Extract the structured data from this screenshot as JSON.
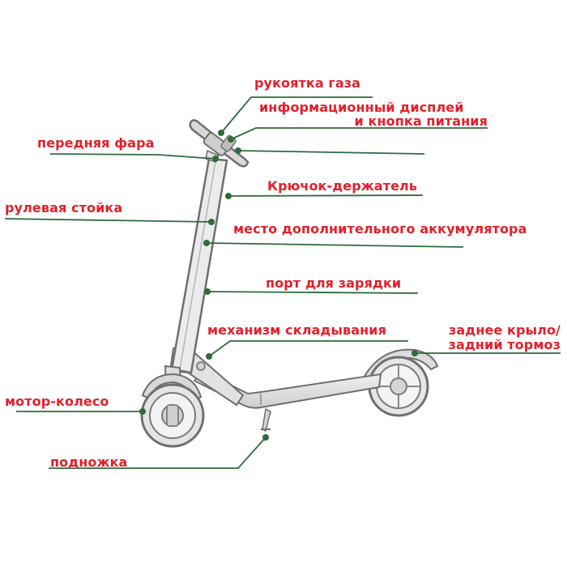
{
  "labels": {
    "throttle": "рукоятка газа",
    "display_line1": "информационный дисплей",
    "display_line2": "и кнопка питания",
    "headlight": "передняя фара",
    "hook": "Крючок-держатель",
    "stem": "рулевая стойка",
    "extra_battery": "место дополнительного аккумулятора",
    "charging_port": "порт для зарядки",
    "folding": "механизм складывания",
    "rear_fender_line1": "заднее крыло/",
    "rear_fender_line2": "задний тормоз",
    "motor_wheel": "мотор-колесо",
    "kickstand": "подножка"
  },
  "colors": {
    "label_text": "#e3202a",
    "leader_line": "#2f6b3a",
    "scooter_outline": "#6f6f6f",
    "scooter_fill": "#e8e8e8"
  }
}
